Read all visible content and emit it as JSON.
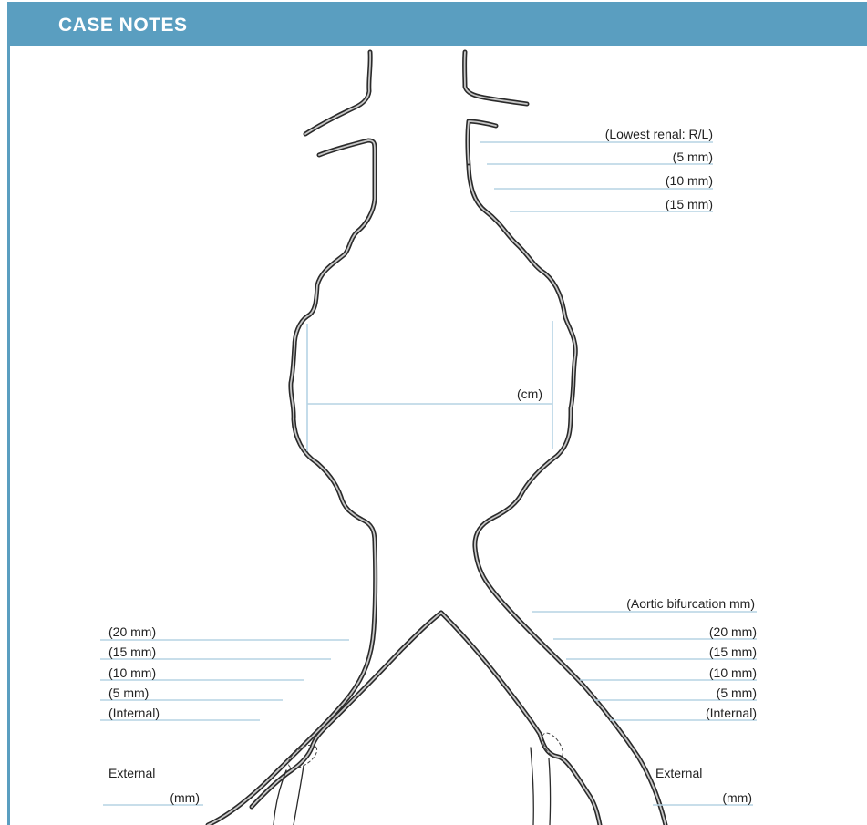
{
  "header": {
    "title": "CASE NOTES"
  },
  "labels": {
    "lowest_renal": "(Lowest renal: R/L)",
    "r_5": "(5 mm)",
    "r_10": "(10 mm)",
    "r_15": "(15 mm)",
    "aneurysm_diameter": "(cm)",
    "aortic_bifurcation": "(Aortic bifurcation mm)",
    "left_20": "(20 mm)",
    "left_15": "(15 mm)",
    "left_10": "(10 mm)",
    "left_5": "(5 mm)",
    "left_internal": "(Internal)",
    "right_20": "(20 mm)",
    "right_15": "(15 mm)",
    "right_10": "(10 mm)",
    "right_5": "(5 mm)",
    "right_internal": "(Internal)",
    "left_external": "External",
    "left_external_mm": "(mm)",
    "right_external": "External",
    "right_external_mm": "(mm)"
  }
}
